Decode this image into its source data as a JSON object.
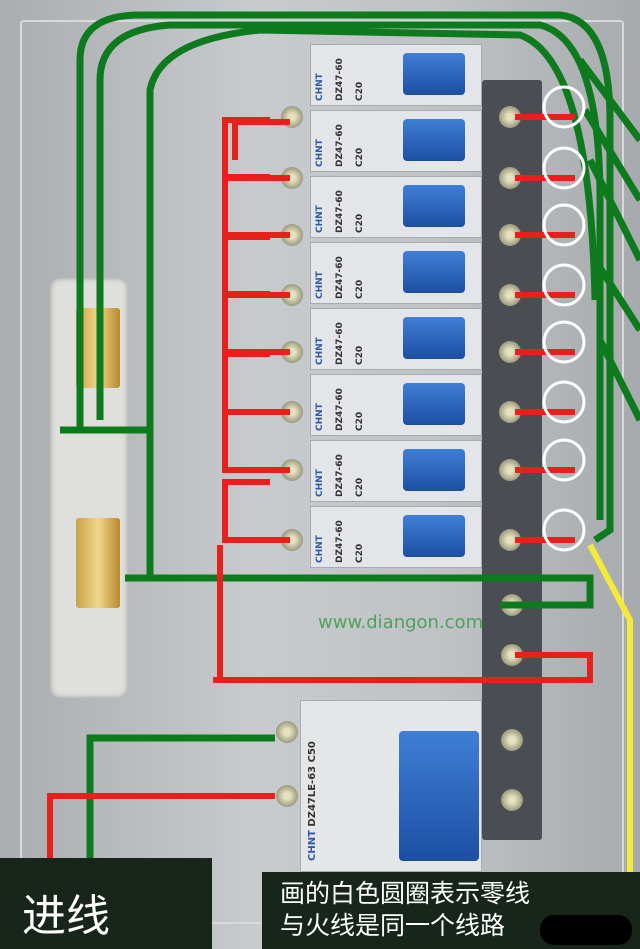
{
  "breakers": [
    {
      "brand": "CHNT",
      "model": "DZ47-60",
      "rating": "C20"
    },
    {
      "brand": "CHNT",
      "model": "DZ47-60",
      "rating": "C20"
    },
    {
      "brand": "CHNT",
      "model": "DZ47-60",
      "rating": "C20"
    },
    {
      "brand": "CHNT",
      "model": "DZ47-60",
      "rating": "C20"
    },
    {
      "brand": "CHNT",
      "model": "DZ47-60",
      "rating": "C20"
    },
    {
      "brand": "CHNT",
      "model": "DZ47-60",
      "rating": "C20"
    },
    {
      "brand": "CHNT",
      "model": "DZ47-60",
      "rating": "C20"
    },
    {
      "brand": "CHNT",
      "model": "DZ47-60",
      "rating": "C20"
    }
  ],
  "rcd": {
    "brand": "CHNT",
    "model": "DZ47LE-63",
    "rating": "C50"
  },
  "watermark": "www.diangon.com",
  "captions": {
    "incoming": "进线",
    "note_line1": "画的白色圆圈表示零线",
    "note_line2": "与火线是同一个线路"
  },
  "colors": {
    "live": "#e8201c",
    "neutral": "#0e7a1e",
    "circle": "#ffffff",
    "arrow": "#f4ea3a"
  }
}
